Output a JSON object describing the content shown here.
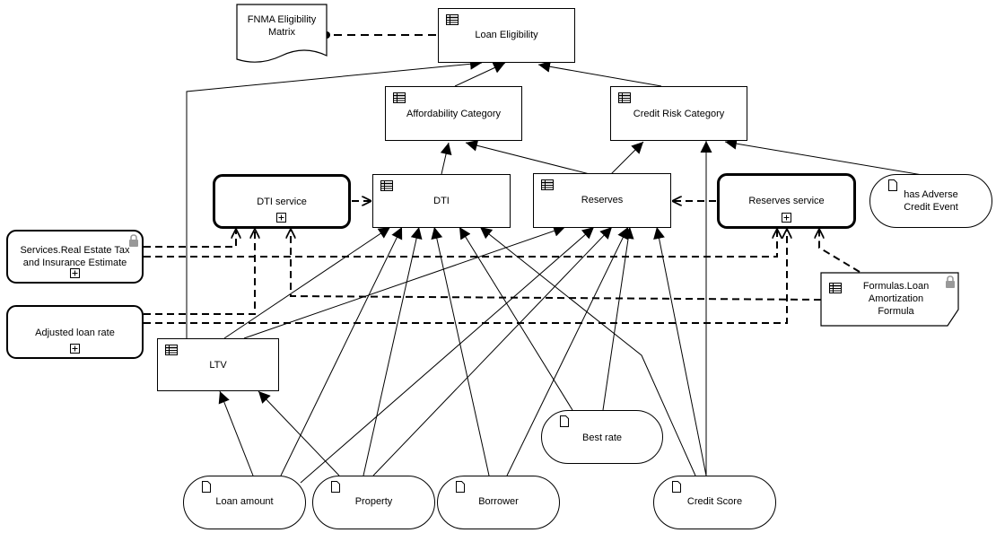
{
  "diagram": {
    "knowledge_sources": {
      "fnma": "FNMA Eligibility\nMatrix",
      "formulas": "Formulas.Loan\nAmortization\nFormula"
    },
    "decisions": {
      "loan_eligibility": "Loan Eligibility",
      "affordability": "Affordability Category",
      "credit_risk": "Credit Risk Category",
      "dti": "DTI",
      "reserves": "Reserves",
      "ltv": "LTV"
    },
    "services": {
      "dti_service": "DTI service",
      "reserves_service": "Reserves service"
    },
    "bkms": {
      "real_estate": "Services.Real Estate Tax\nand Insurance Estimate",
      "adjusted_rate": "Adjusted loan rate"
    },
    "inputs": {
      "adverse": "has Adverse\nCredit Event",
      "best_rate": "Best rate",
      "loan_amount": "Loan amount",
      "property": "Property",
      "borrower": "Borrower",
      "credit_score": "Credit Score"
    }
  },
  "icons": {
    "decision": "table-icon",
    "input": "document-icon",
    "collapsed": "expand-plus-icon",
    "reference": "lock-icon"
  },
  "colors": {
    "line": "#000000",
    "lock": "#999999",
    "background": "#ffffff"
  }
}
